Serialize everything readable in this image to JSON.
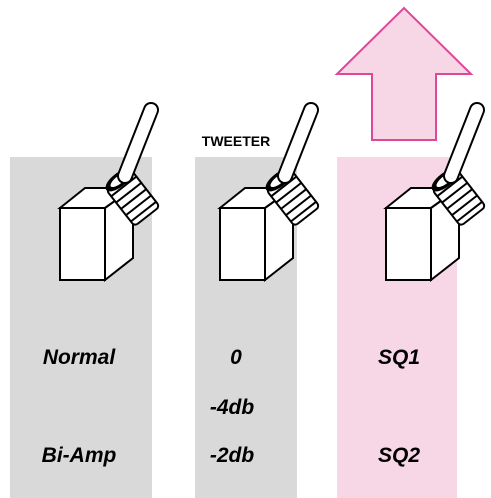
{
  "colors": {
    "gray_strip": "#d9d9d9",
    "pink_fill": "#f7d6e6",
    "pink_stroke": "#e0479a",
    "outline": "#000000"
  },
  "switches": [
    {
      "id": "mode",
      "header": "",
      "positions": [
        "Normal",
        "Bi-Amp"
      ]
    },
    {
      "id": "tweeter",
      "header": "TWEETER",
      "positions": [
        "0",
        "-4db",
        "-2db"
      ]
    },
    {
      "id": "sq",
      "header": "",
      "positions": [
        "SQ1",
        "SQ2"
      ],
      "highlighted": true,
      "arrow": "up-arrow"
    }
  ]
}
